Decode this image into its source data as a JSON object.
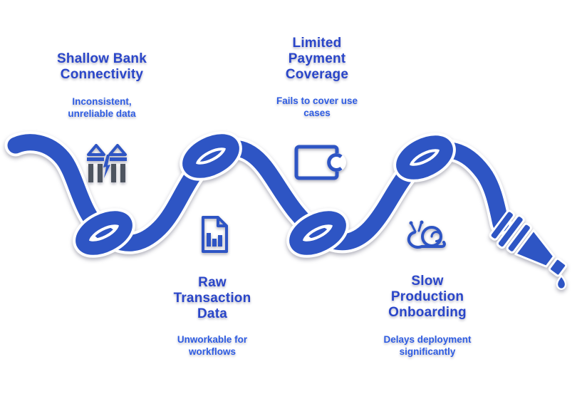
{
  "colors": {
    "primary": "#2e55c4",
    "heading": "#2a46c9",
    "subtitle": "#2e5ce2",
    "slate": "#4e5560",
    "background": "#ffffff"
  },
  "stages": [
    {
      "title": "Shallow Bank Connectivity",
      "title_lines": [
        "Shallow Bank",
        "Connectivity"
      ],
      "subtitle": "Inconsistent, unreliable data",
      "subtitle_lines": [
        "Inconsistent,",
        "unreliable data"
      ],
      "icon": "broken-bank-icon",
      "row": "top"
    },
    {
      "title": "Limited Payment Coverage",
      "title_lines": [
        "Limited",
        "Payment",
        "Coverage"
      ],
      "subtitle": "Fails to cover use cases",
      "subtitle_lines": [
        "Fails to cover use",
        "cases"
      ],
      "icon": "notched-card-icon",
      "row": "top"
    },
    {
      "title": "Raw Transaction Data",
      "title_lines": [
        "Raw",
        "Transaction",
        "Data"
      ],
      "subtitle": "Unworkable for workflows",
      "subtitle_lines": [
        "Unworkable for",
        "workflows"
      ],
      "icon": "document-chart-icon",
      "row": "bottom"
    },
    {
      "title": "Slow Production Onboarding",
      "title_lines": [
        "Slow",
        "Production",
        "Onboarding"
      ],
      "subtitle": "Delays deployment significantly",
      "subtitle_lines": [
        "Delays deployment",
        "significantly"
      ],
      "icon": "snail-icon",
      "row": "bottom"
    }
  ],
  "hose": {
    "description": "Blue garden hose tied in four overhand knots, ending in a nozzle dripping a single water drop",
    "knot_count": 4,
    "color": "#2e55c4",
    "end": "dripping-nozzle"
  }
}
